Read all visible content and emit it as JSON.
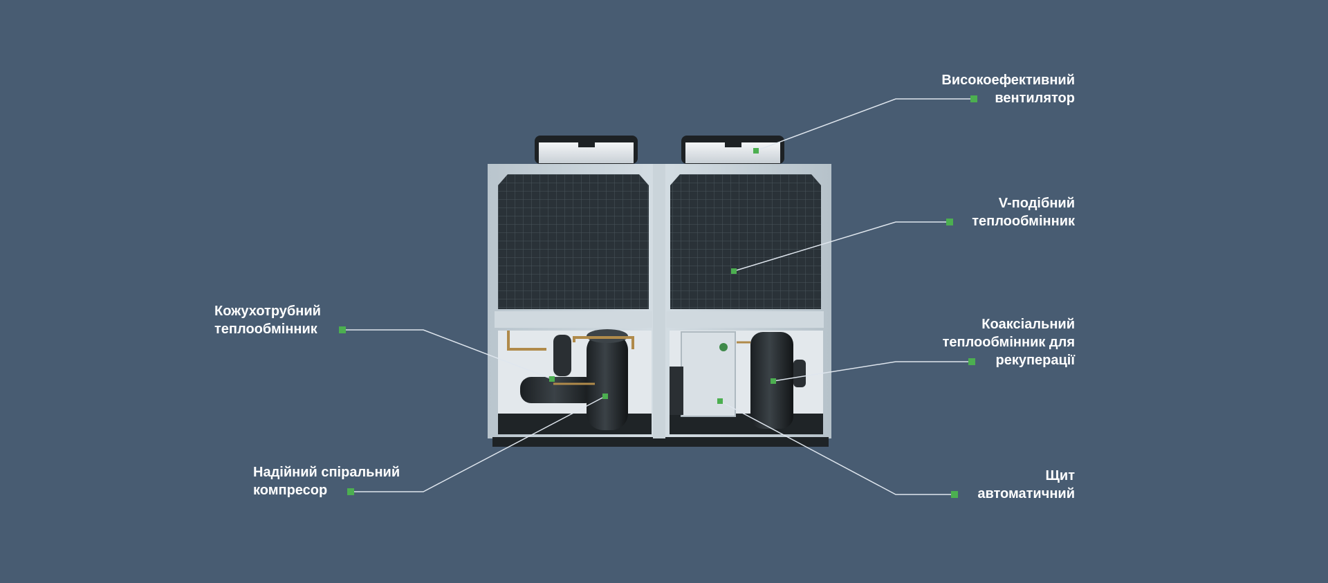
{
  "colors": {
    "background": "#485c72",
    "accent": "#4caf50",
    "label_text": "#ffffff",
    "leader_line": "#dfe6ee"
  },
  "callouts": {
    "fan": {
      "lines": [
        "Високоефективний",
        "вентилятор"
      ]
    },
    "v_heat_exchanger": {
      "lines": [
        "V-подібний",
        "теплообмінник"
      ]
    },
    "coaxial_heat_exchanger": {
      "lines": [
        "Коаксіальний",
        "теплообмінник для",
        "рекуперації"
      ]
    },
    "control_panel": {
      "lines": [
        "Щит",
        "автоматичний"
      ]
    },
    "shell_tube_heat_exchanger": {
      "lines": [
        "Кожухотрубний",
        "теплообмінник"
      ]
    },
    "scroll_compressor": {
      "lines": [
        "Надійний спіральний",
        "компресор"
      ]
    }
  }
}
